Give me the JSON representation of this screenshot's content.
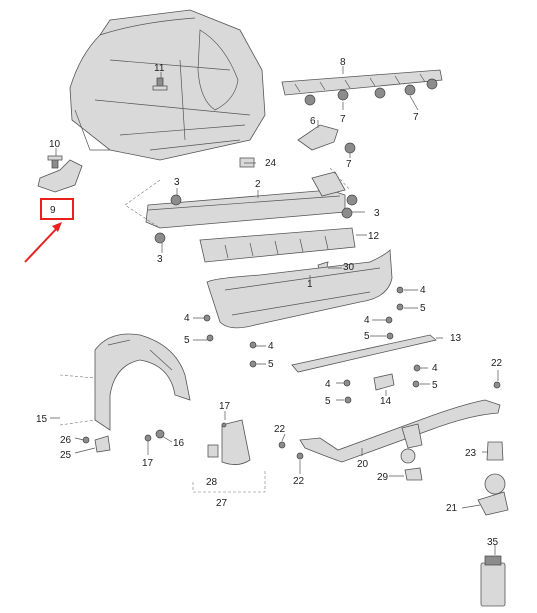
{
  "callouts": {
    "c1": "1",
    "c2": "2",
    "c3a": "3",
    "c3b": "3",
    "c3c": "3",
    "c4a": "4",
    "c4b": "4",
    "c4c": "4",
    "c4d": "4",
    "c4e": "4",
    "c5a": "5",
    "c5b": "5",
    "c5c": "5",
    "c5d": "5",
    "c5e": "5",
    "c5f": "5",
    "c6": "6",
    "c7a": "7",
    "c7b": "7",
    "c7c": "7",
    "c8": "8",
    "c9": "9",
    "c10": "10",
    "c11": "11",
    "c12": "12",
    "c13": "13",
    "c14": "14",
    "c15": "15",
    "c16": "16",
    "c17a": "17",
    "c17b": "17",
    "c20": "20",
    "c21": "21",
    "c22a": "22",
    "c22b": "22",
    "c22c": "22",
    "c23": "23",
    "c24": "24",
    "c25": "25",
    "c26": "26",
    "c27": "27",
    "c28": "28",
    "c29": "29",
    "c30": "30",
    "c35": "35"
  },
  "colors": {
    "highlight": "#e8211d",
    "part_fill": "#d9d9d9",
    "outline": "#555555"
  }
}
